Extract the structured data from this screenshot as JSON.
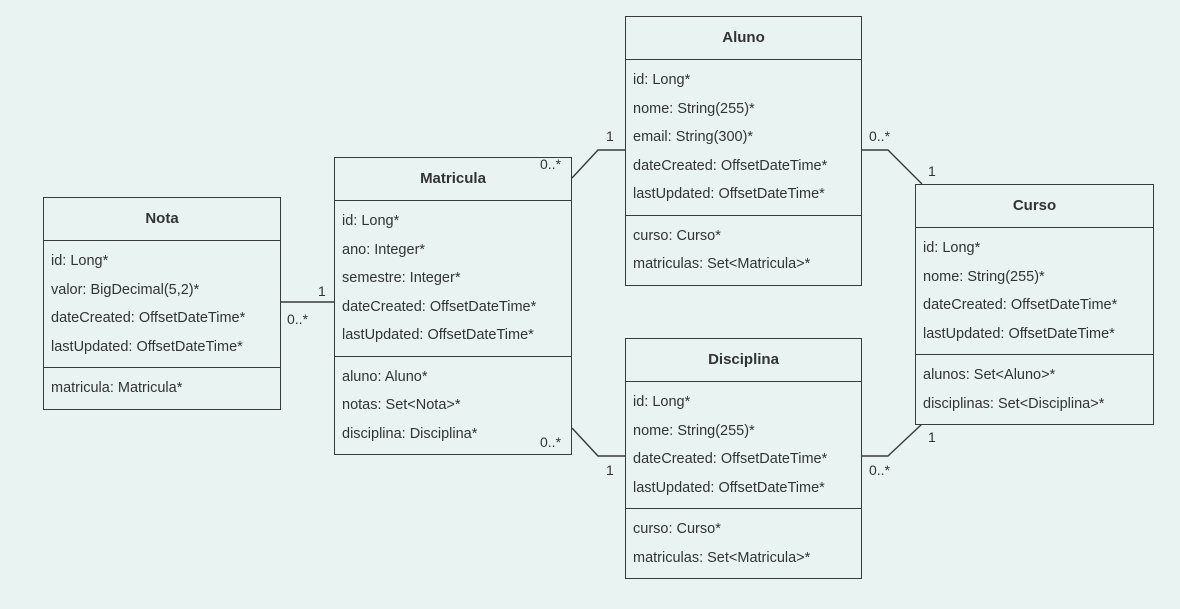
{
  "classes": {
    "nota": {
      "name": "Nota",
      "attributes": [
        "id: Long*",
        "valor: BigDecimal(5,2)*",
        "dateCreated: OffsetDateTime*",
        "lastUpdated: OffsetDateTime*"
      ],
      "relations": [
        "matricula: Matricula*"
      ]
    },
    "matricula": {
      "name": "Matricula",
      "attributes": [
        "id: Long*",
        "ano: Integer*",
        "semestre: Integer*",
        "dateCreated: OffsetDateTime*",
        "lastUpdated: OffsetDateTime*"
      ],
      "relations": [
        "aluno: Aluno*",
        "notas: Set<Nota>*",
        "disciplina: Disciplina*"
      ]
    },
    "aluno": {
      "name": "Aluno",
      "attributes": [
        "id: Long*",
        "nome: String(255)*",
        "email: String(300)*",
        "dateCreated: OffsetDateTime*",
        "lastUpdated: OffsetDateTime*"
      ],
      "relations": [
        "curso: Curso*",
        "matriculas: Set<Matricula>*"
      ]
    },
    "disciplina": {
      "name": "Disciplina",
      "attributes": [
        "id: Long*",
        "nome: String(255)*",
        "dateCreated: OffsetDateTime*",
        "lastUpdated: OffsetDateTime*"
      ],
      "relations": [
        "curso: Curso*",
        "matriculas: Set<Matricula>*"
      ]
    },
    "curso": {
      "name": "Curso",
      "attributes": [
        "id: Long*",
        "nome: String(255)*",
        "dateCreated: OffsetDateTime*",
        "lastUpdated: OffsetDateTime*"
      ],
      "relations": [
        "alunos: Set<Aluno>*",
        "disciplinas: Set<Disciplina>*"
      ]
    }
  },
  "multiplicities": {
    "nota_matricula_one": "1",
    "nota_matricula_many": "0..*",
    "matricula_aluno_many": "0..*",
    "matricula_aluno_one": "1",
    "matricula_disciplina_many": "0..*",
    "matricula_disciplina_one": "1",
    "aluno_curso_many": "0..*",
    "aluno_curso_one": "1",
    "disciplina_curso_many": "0..*",
    "disciplina_curso_one": "1"
  },
  "colors": {
    "background": "#e9f4f2",
    "stroke": "#3a3a3a",
    "text": "#333333"
  }
}
